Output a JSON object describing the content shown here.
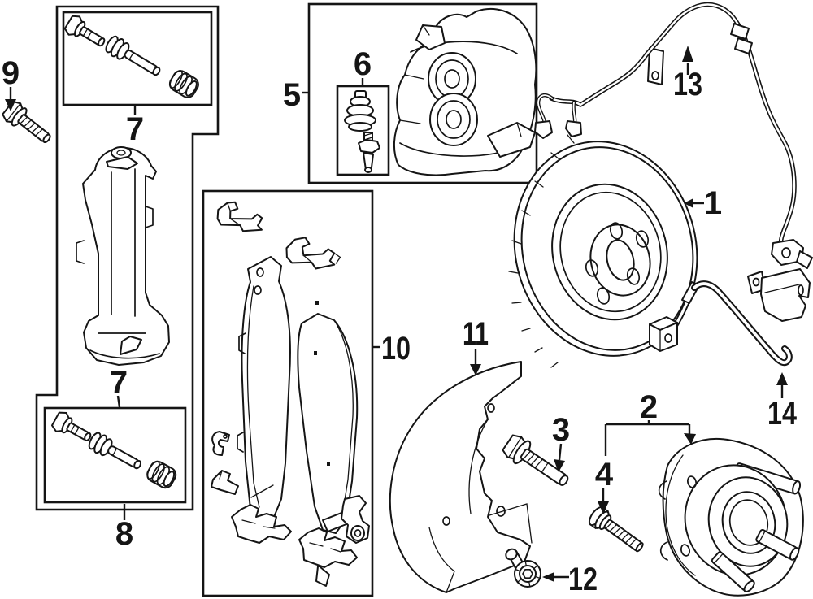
{
  "diagram": {
    "type": "exploded-parts-diagram",
    "subject": "front disc brake components",
    "colors": {
      "line": "#151515",
      "background": "#ffffff"
    }
  },
  "callouts": {
    "n1": "1",
    "n2": "2",
    "n3": "3",
    "n4": "4",
    "n5": "5",
    "n6": "6",
    "n7a": "7",
    "n7b": "7",
    "n8": "8",
    "n9": "9",
    "n10": "10",
    "n11": "11",
    "n12": "12",
    "n13": "13",
    "n14": "14"
  }
}
